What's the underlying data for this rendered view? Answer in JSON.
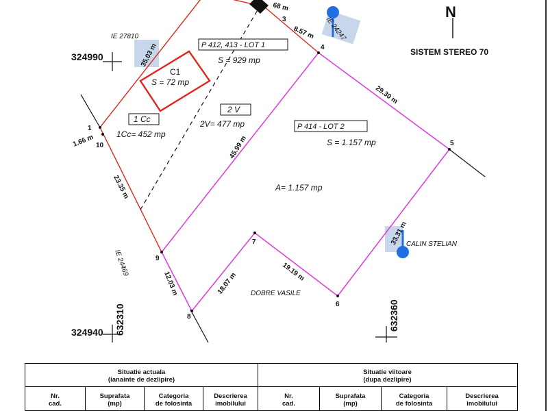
{
  "map": {
    "north_label": "N",
    "system_label": "SISTEM  STEREO 70",
    "grid": {
      "y_top": "324990",
      "y_bottom": "324940",
      "x_left": "632310",
      "x_right": "632360"
    },
    "neighbors": {
      "ie27810": "IE 27810",
      "ie24247": "IE 24247",
      "ie24469": "IE 24469",
      "calin": "CALIN STELIAN",
      "dobre": "DOBRE VASILE"
    },
    "lot1": {
      "title": "P 412, 413 - LOT 1",
      "area": "S = 929 mp",
      "c1_label": "C1",
      "c1_area": "S = 72 mp",
      "cc_label": "1 Cc",
      "cc_area": "1Cc= 452 mp",
      "v_label": "2 V",
      "v_area": "2V= 477 mp"
    },
    "lot2": {
      "title": "P 414 -  LOT 2",
      "area": "S = 1.157 mp",
      "area_a": "A= 1.157 mp"
    },
    "points": {
      "p1": "1",
      "p10": "10",
      "p3": "3",
      "p4": "4",
      "p5": "5",
      "p6": "6",
      "p7": "7",
      "p8": "8",
      "p9": "9"
    },
    "distances": {
      "d_top": "68 m",
      "d_3_4": "8.57 m",
      "d_4_5": "29.30 m",
      "d_1_10": "1.66 m",
      "d_west": "35.03 m",
      "d_10_9": "23.35 m",
      "d_4_9": "45.99 m",
      "d_9_8": "12.03 m",
      "d_8_7": "18.07 m",
      "d_7_6": "19.19 m",
      "d_6_5": "33.31 m"
    },
    "colors": {
      "lot1_border": "#e0241b",
      "lot2_border": "#e040e0",
      "marker": "#1f6fe0",
      "highlight": "#c7d6ea"
    }
  },
  "table": {
    "left_header_1": "Situatie actuala",
    "left_header_2": "(ianainte de dezlipire)",
    "right_header_1": "Situatie viitoare",
    "right_header_2": "(dupa dezlipire)",
    "columns_left": [
      [
        "Nr.",
        "cad."
      ],
      [
        "Suprafata",
        "(mp)"
      ],
      [
        "Categoria",
        "de folosinta"
      ],
      [
        "Descrierea",
        "imobilului"
      ]
    ],
    "columns_right": [
      [
        "Nr.",
        "cad."
      ],
      [
        "Suprafata",
        "(mp)"
      ],
      [
        "Categoria",
        "de folosinta"
      ],
      [
        "Descrierea",
        "imobilului"
      ]
    ]
  }
}
